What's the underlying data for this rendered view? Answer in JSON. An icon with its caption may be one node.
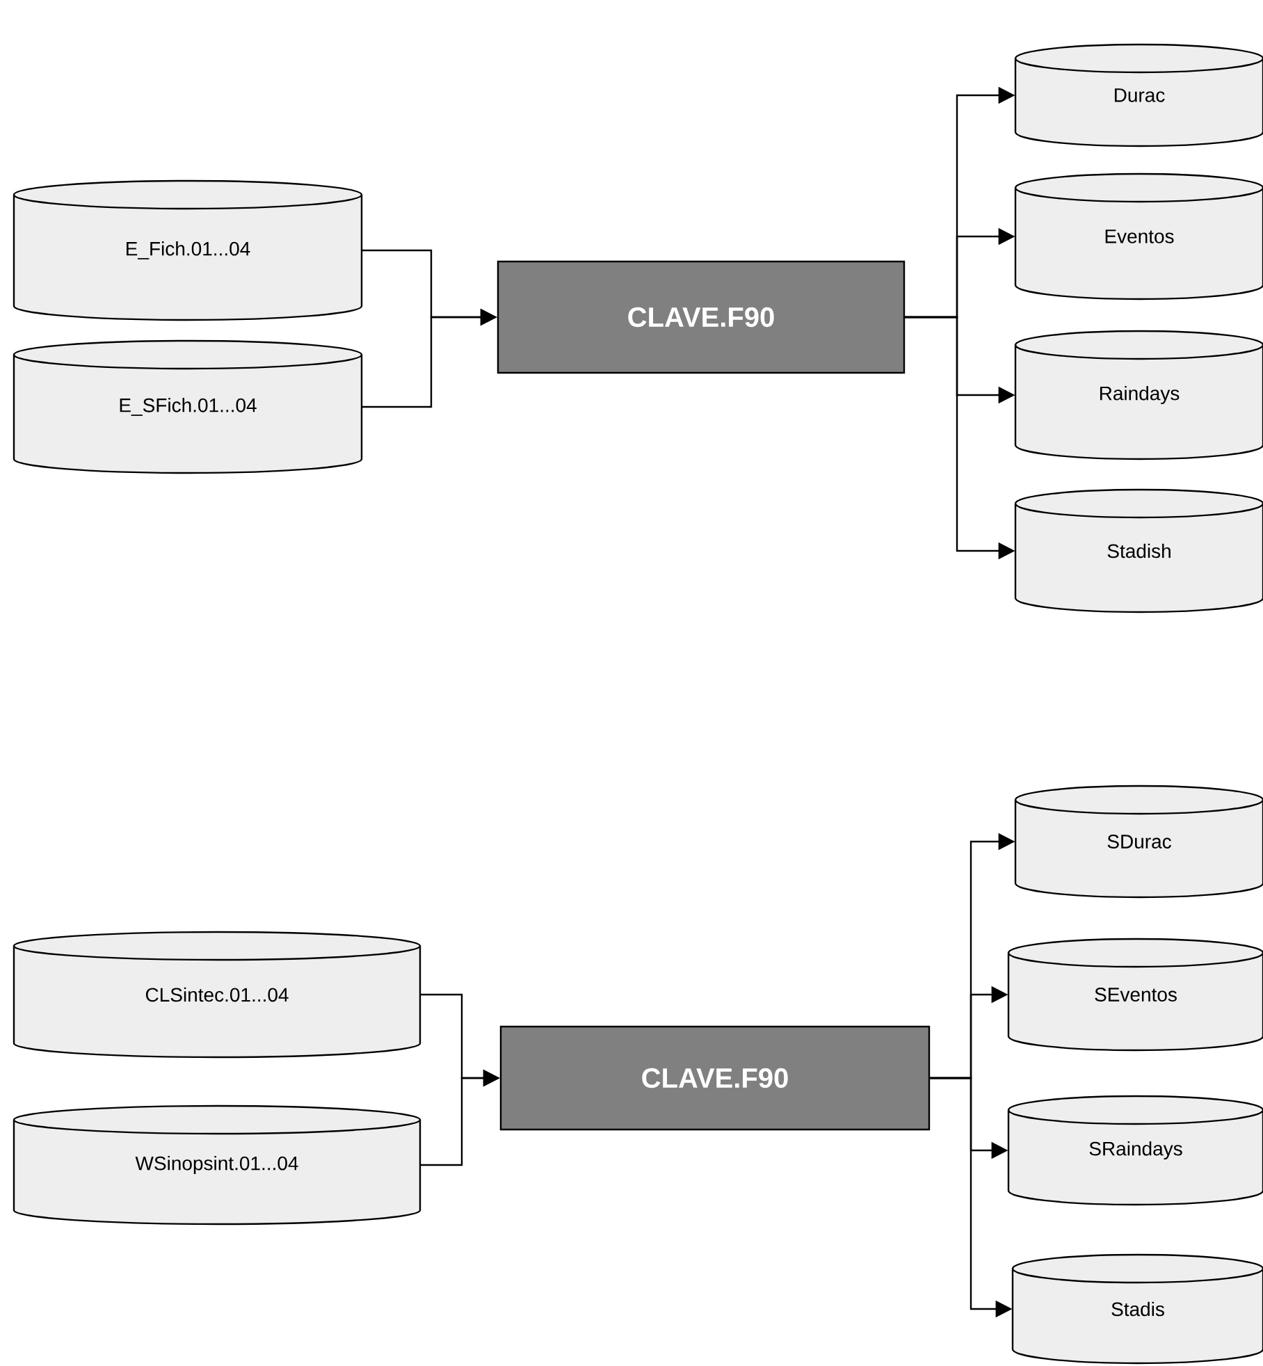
{
  "diagram": {
    "nodes": [
      {
        "text": [
          "E_Fich.01...04"
        ]
      },
      {
        "text": [
          "E_SFich.01...04"
        ]
      },
      {
        "text": [
          "CLAVE.F90"
        ]
      },
      {
        "text": [
          "Durac"
        ]
      },
      {
        "text": [
          "Eventos"
        ]
      },
      {
        "text": [
          "Raindays"
        ]
      },
      {
        "text": [
          "Stadish"
        ]
      },
      {
        "text": [
          "CLSintec.01...04"
        ]
      },
      {
        "text": [
          "WSinopsint.01...04"
        ]
      },
      {
        "text": [
          "CLAVE.F90"
        ]
      },
      {
        "text": [
          "SDurac"
        ]
      },
      {
        "text": [
          "SEventos"
        ]
      },
      {
        "text": [
          "SRaindays"
        ]
      },
      {
        "text": [
          "Stadis"
        ]
      }
    ],
    "edges": [
      {
        "from": 0,
        "to": 2,
        "arrow": "to"
      },
      {
        "from": 1,
        "to": 2,
        "arrow": "to"
      },
      {
        "from": 2,
        "to": 3,
        "arrow": "to"
      },
      {
        "from": 2,
        "to": 4,
        "arrow": "to"
      },
      {
        "from": 2,
        "to": 5,
        "arrow": "to"
      },
      {
        "from": 2,
        "to": 6,
        "arrow": "to"
      },
      {
        "from": 7,
        "to": 9,
        "arrow": "to"
      },
      {
        "from": 8,
        "to": 9,
        "arrow": "to"
      },
      {
        "from": 9,
        "to": 10,
        "arrow": "to"
      },
      {
        "from": 9,
        "to": 11,
        "arrow": "to"
      },
      {
        "from": 9,
        "to": 12,
        "arrow": "to"
      },
      {
        "from": 9,
        "to": 13,
        "arrow": "to"
      }
    ]
  }
}
